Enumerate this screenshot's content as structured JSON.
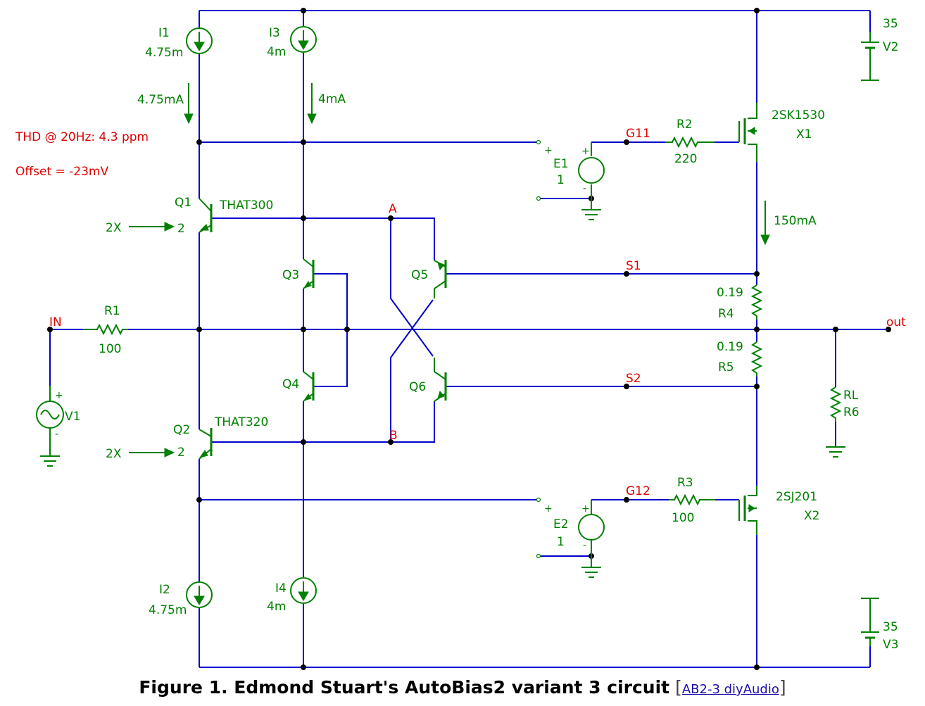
{
  "annotations": {
    "thd": "THD @ 20Hz: 4.3 ppm",
    "offset": "Offset = -23mV"
  },
  "sources": {
    "I1": {
      "name": "I1",
      "value": "4.75m",
      "current": "4.75mA"
    },
    "I3": {
      "name": "I3",
      "value": "4m",
      "current": "4mA"
    },
    "I2": {
      "name": "I2",
      "value": "4.75m"
    },
    "I4": {
      "name": "I4",
      "value": "4m"
    },
    "V1": {
      "name": "V1"
    },
    "V2": {
      "name": "V2",
      "value": "35"
    },
    "V3": {
      "name": "V3",
      "value": "35"
    },
    "E1": {
      "name": "E1",
      "value": "1"
    },
    "E2": {
      "name": "E2",
      "value": "1"
    }
  },
  "transistors": {
    "Q1": {
      "name": "Q1",
      "model": "THAT300",
      "drive_label": "2X",
      "pin": "2"
    },
    "Q2": {
      "name": "Q2",
      "model": "THAT320",
      "drive_label": "2X",
      "pin": "2"
    },
    "Q3": {
      "name": "Q3"
    },
    "Q4": {
      "name": "Q4"
    },
    "Q5": {
      "name": "Q5"
    },
    "Q6": {
      "name": "Q6"
    },
    "X1": {
      "name": "X1",
      "model": "2SK1530",
      "current": "150mA"
    },
    "X2": {
      "name": "X2",
      "model": "2SJ201"
    }
  },
  "resistors": {
    "R1": {
      "name": "R1",
      "value": "100"
    },
    "R2": {
      "name": "R2",
      "value": "220"
    },
    "R3": {
      "name": "R3",
      "value": "100"
    },
    "R4": {
      "name": "R4",
      "value": "0.19"
    },
    "R5": {
      "name": "R5",
      "value": "0.19"
    },
    "R6": {
      "name": "R6",
      "value": "RL"
    }
  },
  "nodes": {
    "in": "IN",
    "out": "out",
    "a": "A",
    "b": "B",
    "g11": "G11",
    "g12": "G12",
    "s1": "S1",
    "s2": "S2"
  },
  "polarity": {
    "plus": "+",
    "minus": "-"
  },
  "caption": {
    "title": "Figure 1. Edmond Stuart's AutoBias2 variant 3 circuit",
    "bracket_open": "[",
    "link_text": "AB2-3 diyAudio",
    "bracket_close": "]"
  },
  "colors": {
    "wire": "#0000cc",
    "component": "#008000",
    "net_label": "#e00000",
    "annotation": "#e00000"
  }
}
